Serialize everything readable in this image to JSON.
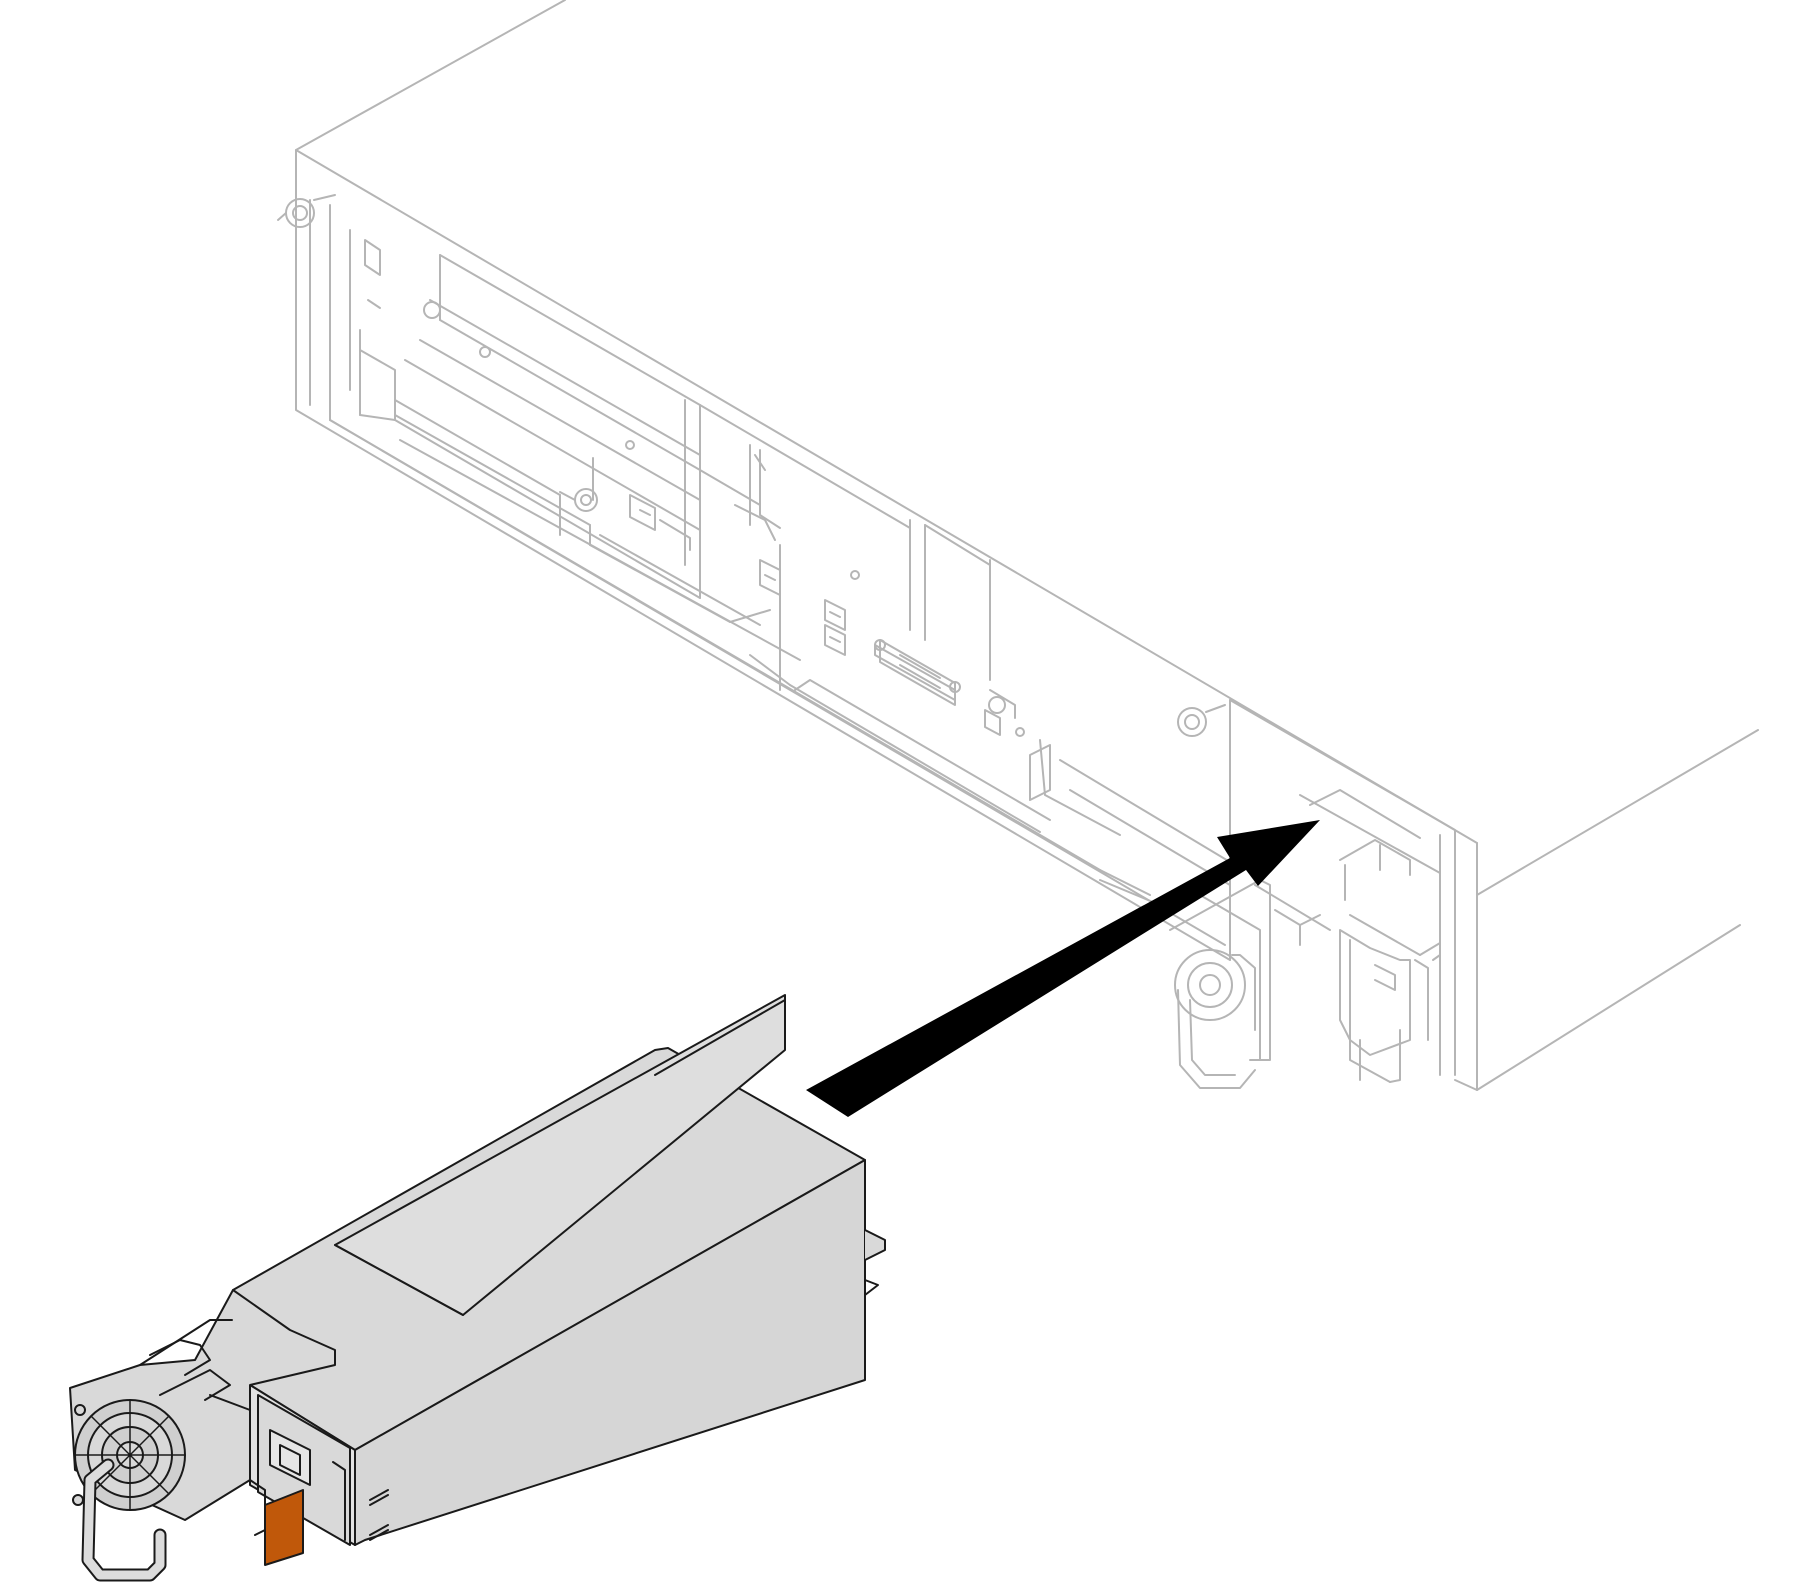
{
  "figure": {
    "description_free": true
  },
  "colors": {
    "chassis_line": "#b9b9b9",
    "chassis_fill": "#ffffff",
    "psu_body": "#d9d9d9",
    "psu_outline": "#1a1a1a",
    "psu_label_panel": "#dedede",
    "release_tab": "#c0580a",
    "arrow": "#000000"
  },
  "icons": {
    "insert_arrow": "arrow-right-up",
    "release_latch": "orange-tab",
    "psu_fan": "fan-grille",
    "psu_handle": "handle"
  }
}
